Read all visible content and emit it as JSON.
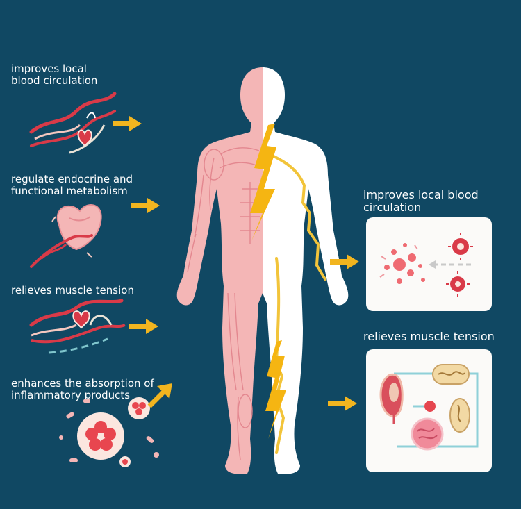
{
  "left_labels": {
    "circulation": [
      "improves local",
      "blood circulation"
    ],
    "endocrine": [
      "regulate endocrine and",
      "functional metabolism"
    ],
    "tension": [
      "relieves muscle tension"
    ],
    "absorption": [
      "enhances the absorption of",
      "inflammatory products"
    ]
  },
  "right_labels": {
    "circulation": [
      "improves local blood",
      "circulation"
    ],
    "tension": [
      "relieves muscle tension"
    ]
  },
  "colors": {
    "background": "#104863",
    "arrow": "#f2b51f",
    "muscle": "#f4b6b6",
    "red": "#d93a48",
    "card": "#fbfaf8"
  }
}
